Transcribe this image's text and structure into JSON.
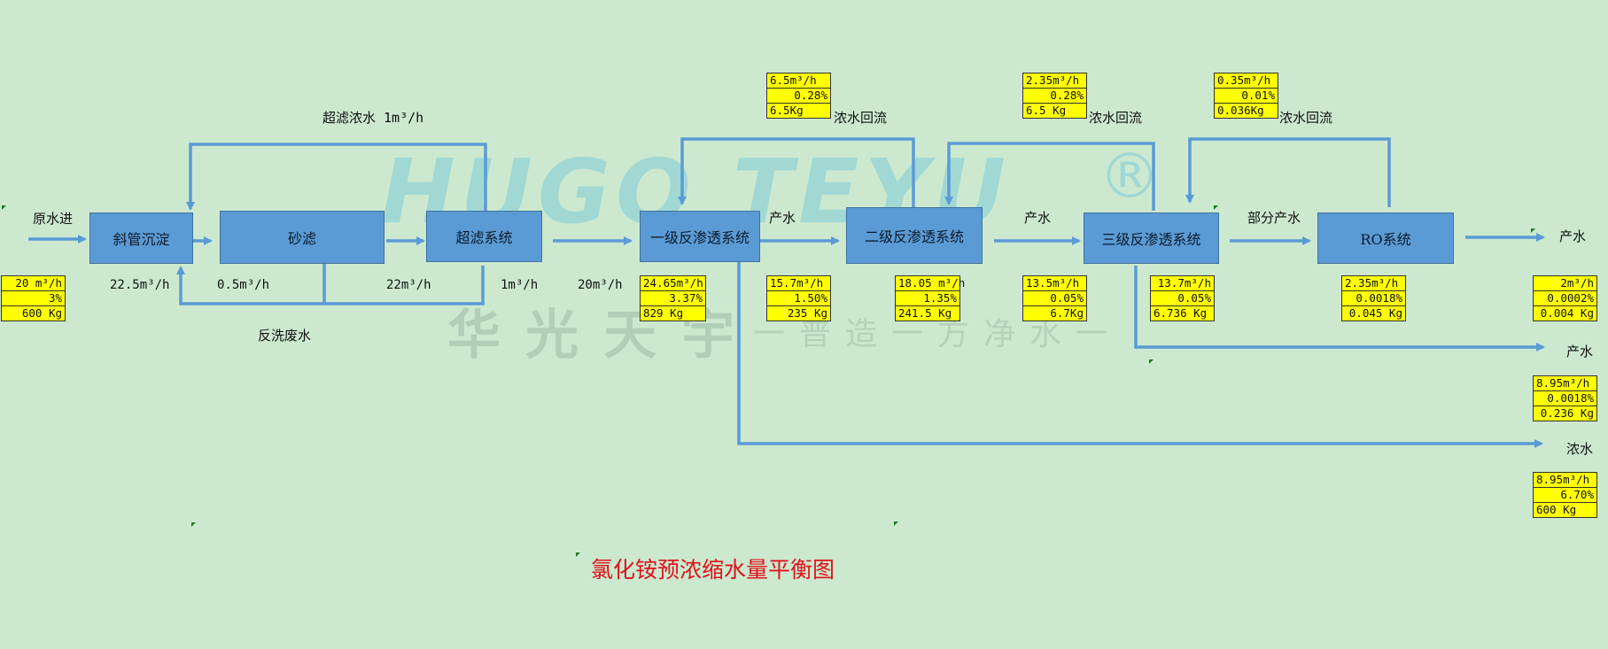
{
  "title": "氯化铵预浓缩水量平衡图",
  "watermark": {
    "brand": "HUGO TEYU",
    "reg": "®",
    "cn_name": "华光天宇",
    "slogan": "一普造一方净水一"
  },
  "colors": {
    "background": "#cce9cf",
    "box_fill": "#5b9bd5",
    "flow_line": "#5b9bd5",
    "cell_fill": "#ffff00",
    "title": "#e0121a"
  },
  "nodes": {
    "settling": "斜管沉淀",
    "sand": "砂滤",
    "uf": "超滤系统",
    "ro1": "一级反渗透系统",
    "ro2": "二级反渗透系统",
    "ro3": "三级反渗透系统",
    "ro": "RO系统"
  },
  "labels": {
    "raw_in": "原水进",
    "uf_concentrate": "超滤浓水 1m³/h",
    "backwash": "反洗废水",
    "f_22_5": "22.5m³/h",
    "f_0_5": "0.5m³/h",
    "f_22": "22m³/h",
    "f_1": "1m³/h",
    "f_20": "20m³/h",
    "ro1_product": "产水",
    "ro2_product": "产水",
    "ro3_partial": "部分产水",
    "final_product": "产水",
    "product2": "产水",
    "concentrate": "浓水",
    "recycle1": "浓水回流",
    "recycle2": "浓水回流",
    "recycle3": "浓水回流"
  },
  "data_cells": {
    "raw": [
      "20 m³/h",
      "3%",
      "600 Kg"
    ],
    "ro1_in": [
      "24.65m³/h",
      "3.37%",
      "829 Kg"
    ],
    "ro1_out": [
      "15.7m³/h",
      "1.50%",
      "235 Kg"
    ],
    "recycle1": [
      "6.5m³/h",
      "0.28%",
      "6.5Kg"
    ],
    "ro2_in": [
      "18.05 m³/h",
      "1.35%",
      "241.5 Kg"
    ],
    "recycle2": [
      "2.35m³/h",
      "0.28%",
      "6.5  Kg"
    ],
    "ro2_out": [
      "13.5m³/h",
      "0.05%",
      "6.7Kg"
    ],
    "ro3_out": [
      "13.7m³/h",
      "0.05%",
      "6.736 Kg"
    ],
    "recycle3": [
      "0.35m³/h",
      "0.01%",
      "0.036Kg"
    ],
    "ro_out": [
      "2.35m³/h",
      "0.0018%",
      "0.045 Kg"
    ],
    "final": [
      "2m³/h",
      "0.0002%",
      "0.004 Kg"
    ],
    "product2": [
      "8.95m³/h",
      "0.0018%",
      "0.236 Kg"
    ],
    "conc": [
      "8.95m³/h",
      "6.70%",
      "600  Kg"
    ]
  }
}
